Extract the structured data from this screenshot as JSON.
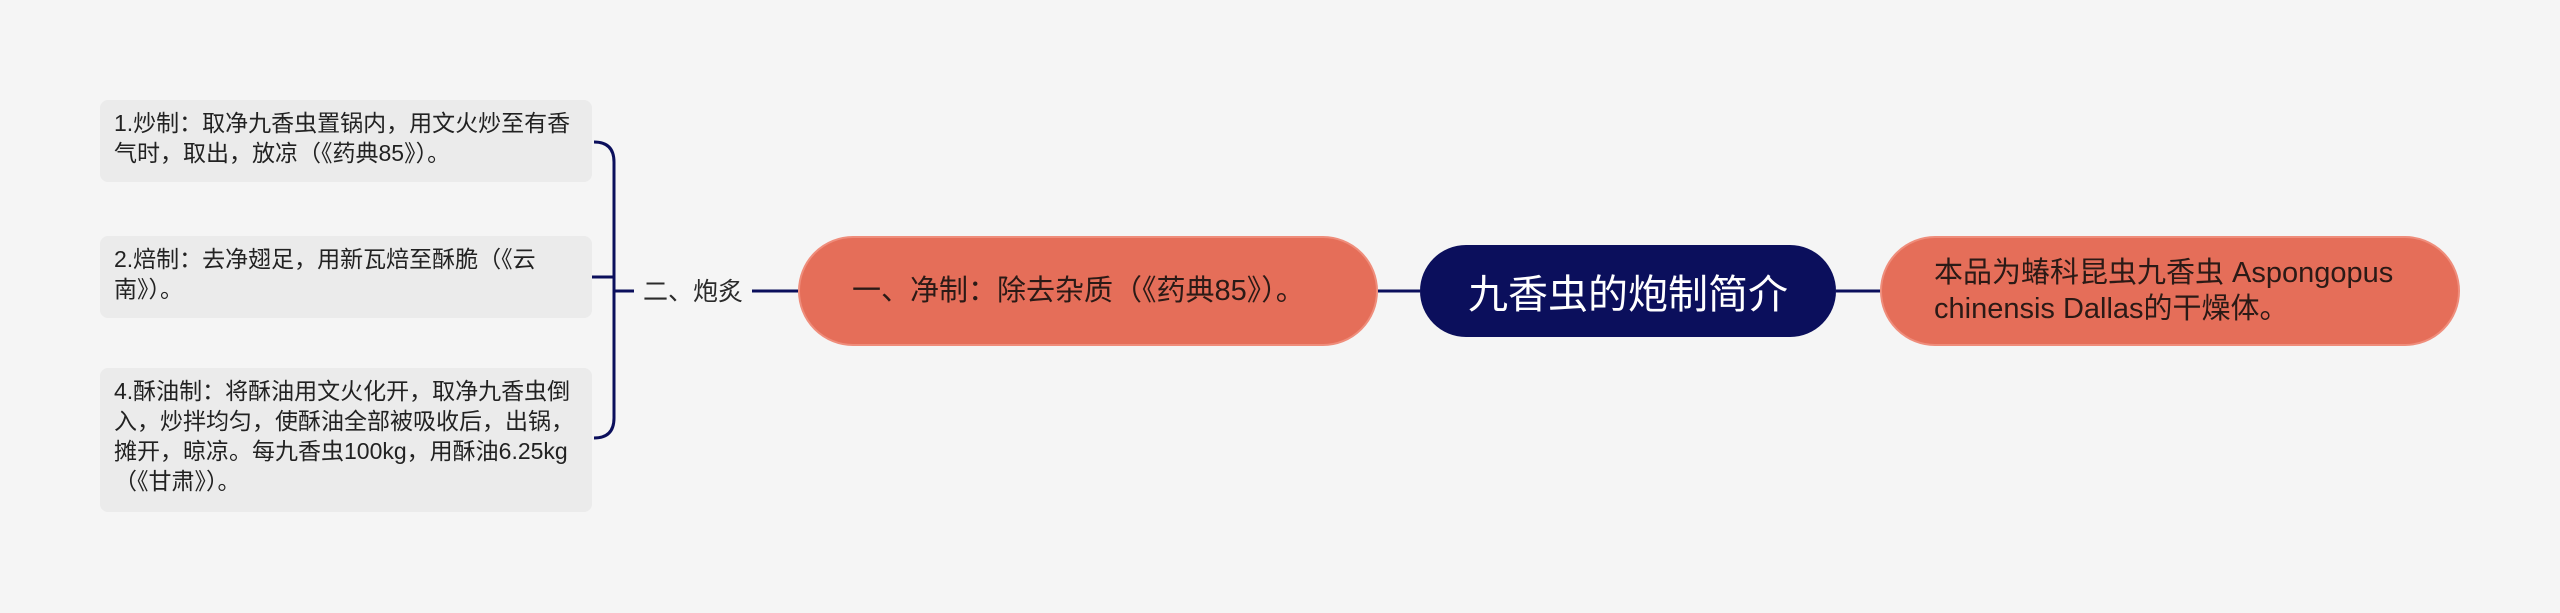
{
  "root": {
    "title": "九香虫的炮制简介"
  },
  "right_branch": {
    "text": "本品为蝽科昆虫九香虫 Aspongopus chinensis Dallas的干燥体。"
  },
  "left_branch": {
    "text": "一、净制：除去杂质（《药典85》）。"
  },
  "sub_branch": {
    "label": "二、炮炙"
  },
  "leaves": [
    {
      "text": "1.炒制：取净九香虫置锅内，用文火炒至有香气时，取出，放凉（《药典85》）。"
    },
    {
      "text": "2.焙制：去净翅足，用新瓦焙至酥脆（《云南》）。"
    },
    {
      "text": "4.酥油制：将酥油用文火化开，取净九香虫倒入，炒拌均匀，使酥油全部被吸收后，出锅，摊开，晾凉。每九香虫100kg，用酥油6.25kg（《甘肃》）。"
    }
  ],
  "colors": {
    "background": "#f5f5f5",
    "root_fill": "#0b0f5c",
    "branch_fill": "#e56e59",
    "connector": "#0b0f5c",
    "leaf_fill": "#ebebeb"
  }
}
